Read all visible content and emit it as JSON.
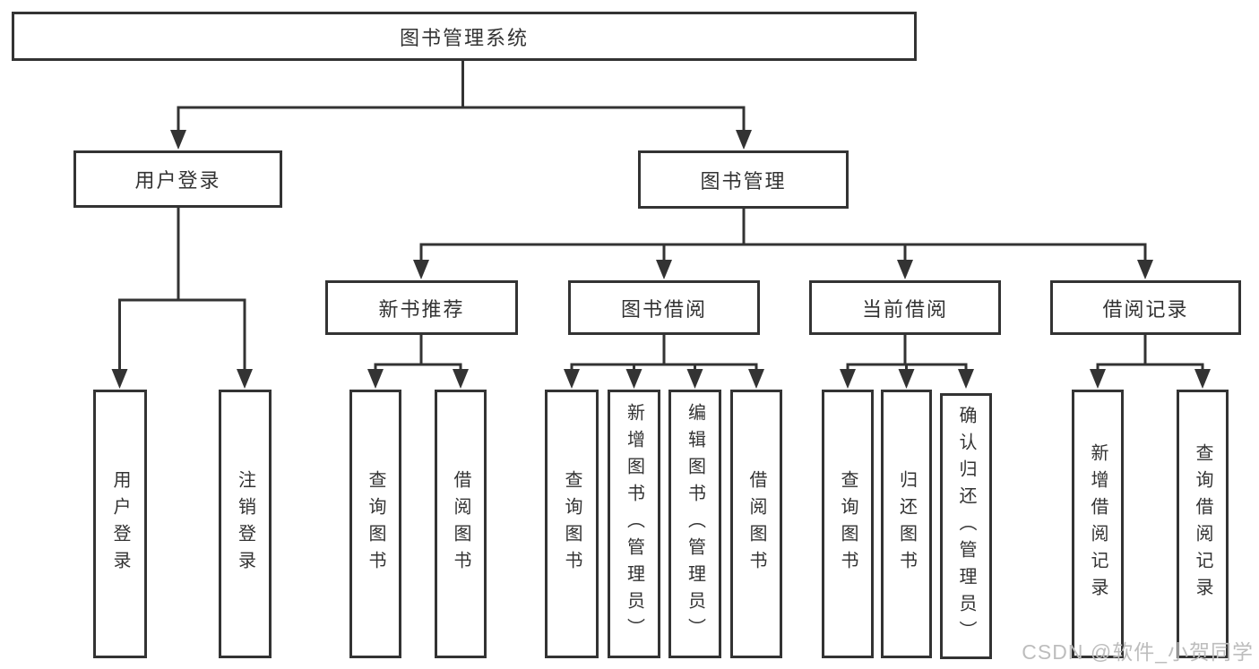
{
  "diagram": {
    "root_label": "图书管理系统",
    "level2": {
      "user_login": "用户登录",
      "book_management": "图书管理"
    },
    "level3": {
      "new_book_recommend": "新书推荐",
      "book_borrow": "图书借阅",
      "current_borrow": "当前借阅",
      "borrow_records": "借阅记录"
    },
    "leaves": {
      "user_login": [
        "用户登录",
        "注销登录"
      ],
      "new_book_recommend": [
        "查询图书",
        "借阅图书"
      ],
      "book_borrow": [
        "查询图书",
        "新增图书（管理员）",
        "编辑图书（管理员）",
        "借阅图书"
      ],
      "current_borrow": [
        "查询图书",
        "归还图书",
        "确认归还（管理员）"
      ],
      "borrow_records": [
        "新增借阅记录",
        "查询借阅记录"
      ]
    }
  },
  "watermark": "CSDN @软件_小贺同学",
  "colors": {
    "line": "#333333",
    "text": "#333333",
    "background": "#ffffff",
    "watermark": "#bdbdbd"
  }
}
